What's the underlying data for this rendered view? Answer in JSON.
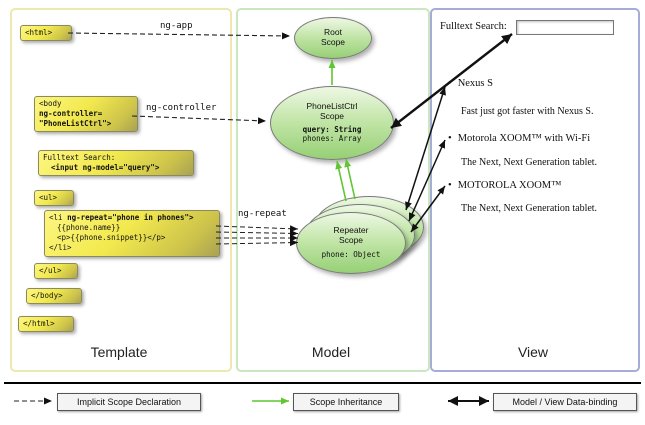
{
  "colors": {
    "code_box_yellow": "#f2e94e",
    "scope_green": "#96d075",
    "inheritance_green": "#5fc72f",
    "template_panel_border": "#ece9b0",
    "model_panel_border": "#cbe7c2",
    "view_panel_border": "#a6abd8"
  },
  "panels": {
    "template": {
      "label": "Template"
    },
    "model": {
      "label": "Model"
    },
    "view": {
      "label": "View"
    }
  },
  "code": {
    "html_open": "<html>",
    "body_open_tag": "<body",
    "body_attr_1": "ng-controller=",
    "body_attr_2": "\"PhoneListCtrl\">",
    "fulltext_label": "Fulltext Search:",
    "input_tag": "<input ng-model=\"query\">",
    "ul_open": "<ul>",
    "li_open_tag": "<li",
    "li_repeat_attr": "ng-repeat=\"phone in phones\">",
    "li_name_expr": "{{phone.name}}",
    "li_snippet_expr": "<p>{{phone.snippet}}</p>",
    "li_close": "</li>",
    "ul_close": "</ul>",
    "body_close": "</body>",
    "html_close": "</html>"
  },
  "annotations": {
    "ng_app": "ng-app",
    "ng_controller": "ng-controller",
    "ng_repeat": "ng-repeat"
  },
  "scopes": {
    "root": {
      "name_line1": "Root",
      "name_line2": "Scope"
    },
    "phone_list": {
      "name_line1": "PhoneListCtrl",
      "name_line2": "Scope",
      "prop_query": "query: String",
      "prop_phones": "phones: Array"
    },
    "repeater": {
      "name_line1": "Repeater",
      "name_line2": "Scope",
      "prop_phone": "phone: Object"
    }
  },
  "view": {
    "search_label": "Fulltext Search:",
    "search_value": "",
    "bullet": "•",
    "items": [
      {
        "title": "Nexus S",
        "desc": "Fast just got faster with Nexus S."
      },
      {
        "title": "Motorola XOOM™ with Wi-Fi",
        "desc": "The Next, Next Generation tablet."
      },
      {
        "title": "MOTOROLA XOOM™",
        "desc": "The Next, Next Generation tablet."
      }
    ]
  },
  "legend": {
    "implicit": "Implicit Scope Declaration",
    "inheritance": "Scope Inheritance",
    "binding": "Model / View Data-binding"
  }
}
